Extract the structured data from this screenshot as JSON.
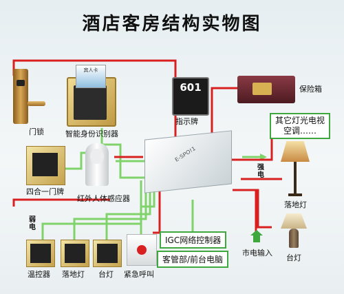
{
  "title": "酒店客房结构实物图",
  "devices": {
    "door_lock": "门锁",
    "id_reader": "智能身份识别器",
    "card_text": "宾人卡",
    "door_sign": "四合一门牌",
    "indicator": "指示牌",
    "indicator_number": "601",
    "safe": "保险箱",
    "pir_sensor": "红外人体感应器",
    "controller_logo": "E-SPO!1",
    "thermostat": "温控器",
    "floor_lamp_switch": "落地灯",
    "desk_lamp_switch": "台灯",
    "emergency": "紧急呼叫",
    "floor_lamp": "落地灯",
    "desk_lamp": "台灯",
    "mains": "市电输入"
  },
  "boxes": {
    "other_appliances": "其它灯光电视\n空调……",
    "igc_controller": "IGC网络控制器",
    "front_desk": "客管部/前台电脑"
  },
  "tags": {
    "strong_current": "强电",
    "weak_current": "弱电"
  },
  "colors": {
    "strong_current": "#d92020",
    "weak_current": "#7fd36a"
  }
}
